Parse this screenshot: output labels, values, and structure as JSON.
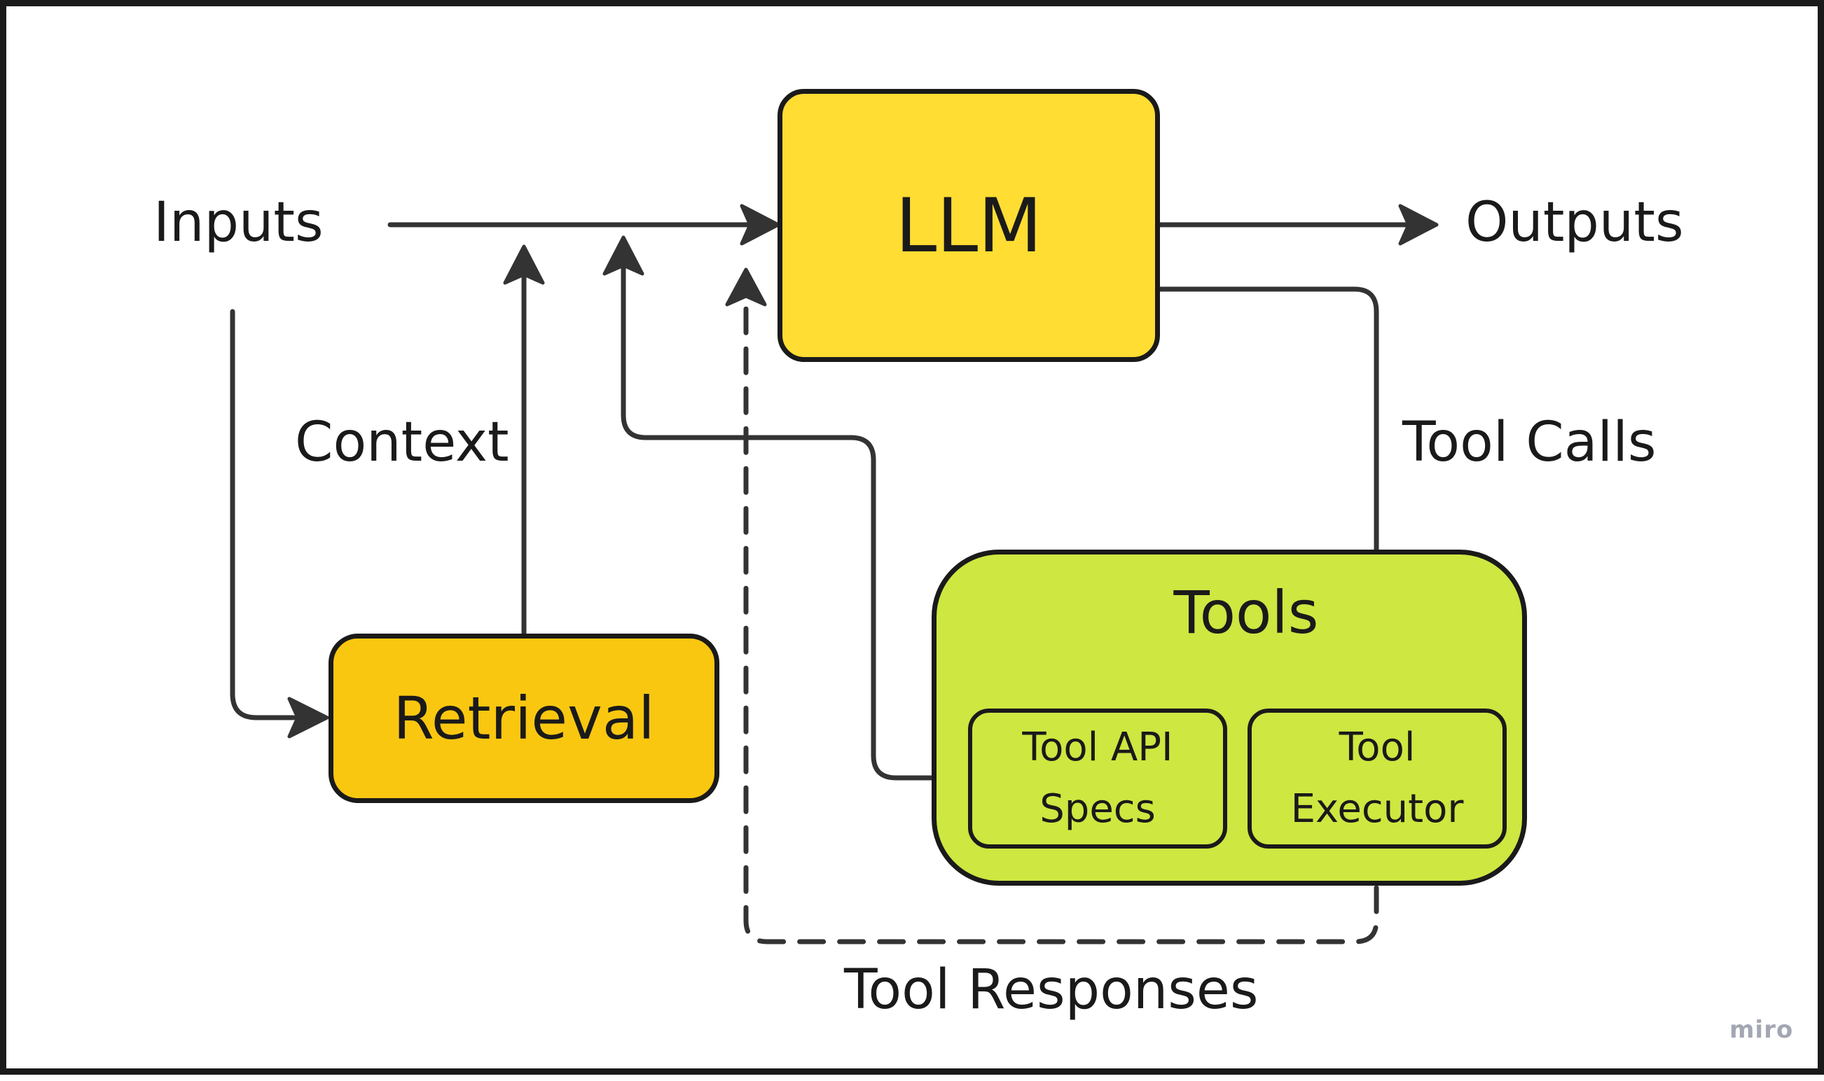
{
  "colors": {
    "llm": "#ffdd33",
    "retrieval": "#fac710",
    "tools": "#cee741",
    "stroke": "#1a1a1a",
    "connector": "#333333"
  },
  "nodes": {
    "llm": "LLM",
    "retrieval": "Retrieval",
    "tools": "Tools",
    "tool_api_specs": [
      "Tool API",
      "Specs"
    ],
    "tool_executor": [
      "Tool",
      "Executor"
    ]
  },
  "labels": {
    "inputs": "Inputs",
    "outputs": "Outputs",
    "context": "Context",
    "tool_calls": "Tool Calls",
    "tool_responses": "Tool Responses"
  },
  "edges": [
    {
      "from": "inputs",
      "to": "llm",
      "style": "solid"
    },
    {
      "from": "llm",
      "to": "outputs",
      "style": "solid"
    },
    {
      "from": "inputs",
      "to": "retrieval",
      "style": "solid"
    },
    {
      "from": "retrieval",
      "to": "llm",
      "label": "context",
      "style": "solid"
    },
    {
      "from": "tool_api_specs",
      "to": "llm",
      "style": "solid"
    },
    {
      "from": "llm",
      "to": "tool_executor",
      "label": "tool_calls",
      "style": "solid"
    },
    {
      "from": "tool_executor",
      "to": "llm",
      "label": "tool_responses",
      "style": "dashed"
    }
  ],
  "watermark": "miro"
}
